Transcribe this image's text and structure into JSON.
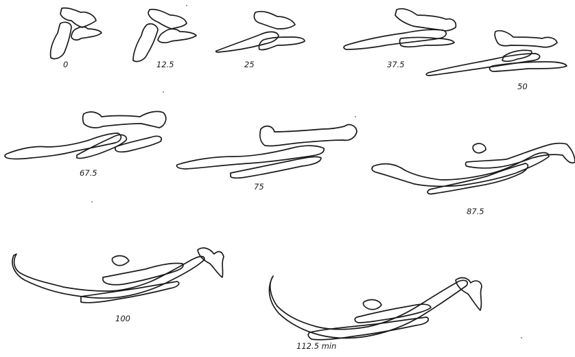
{
  "frames": [
    {
      "label": "0"
    },
    {
      "label": "12.5"
    },
    {
      "label": "25"
    },
    {
      "label": "37.5"
    },
    {
      "label": "50"
    },
    {
      "label": "67.5"
    },
    {
      "label": "75"
    },
    {
      "label": "87.5"
    },
    {
      "label": "100"
    },
    {
      "label": "112.5  min"
    }
  ],
  "colors": {
    "line": "#1a1a1a",
    "background": "#ffffff"
  }
}
